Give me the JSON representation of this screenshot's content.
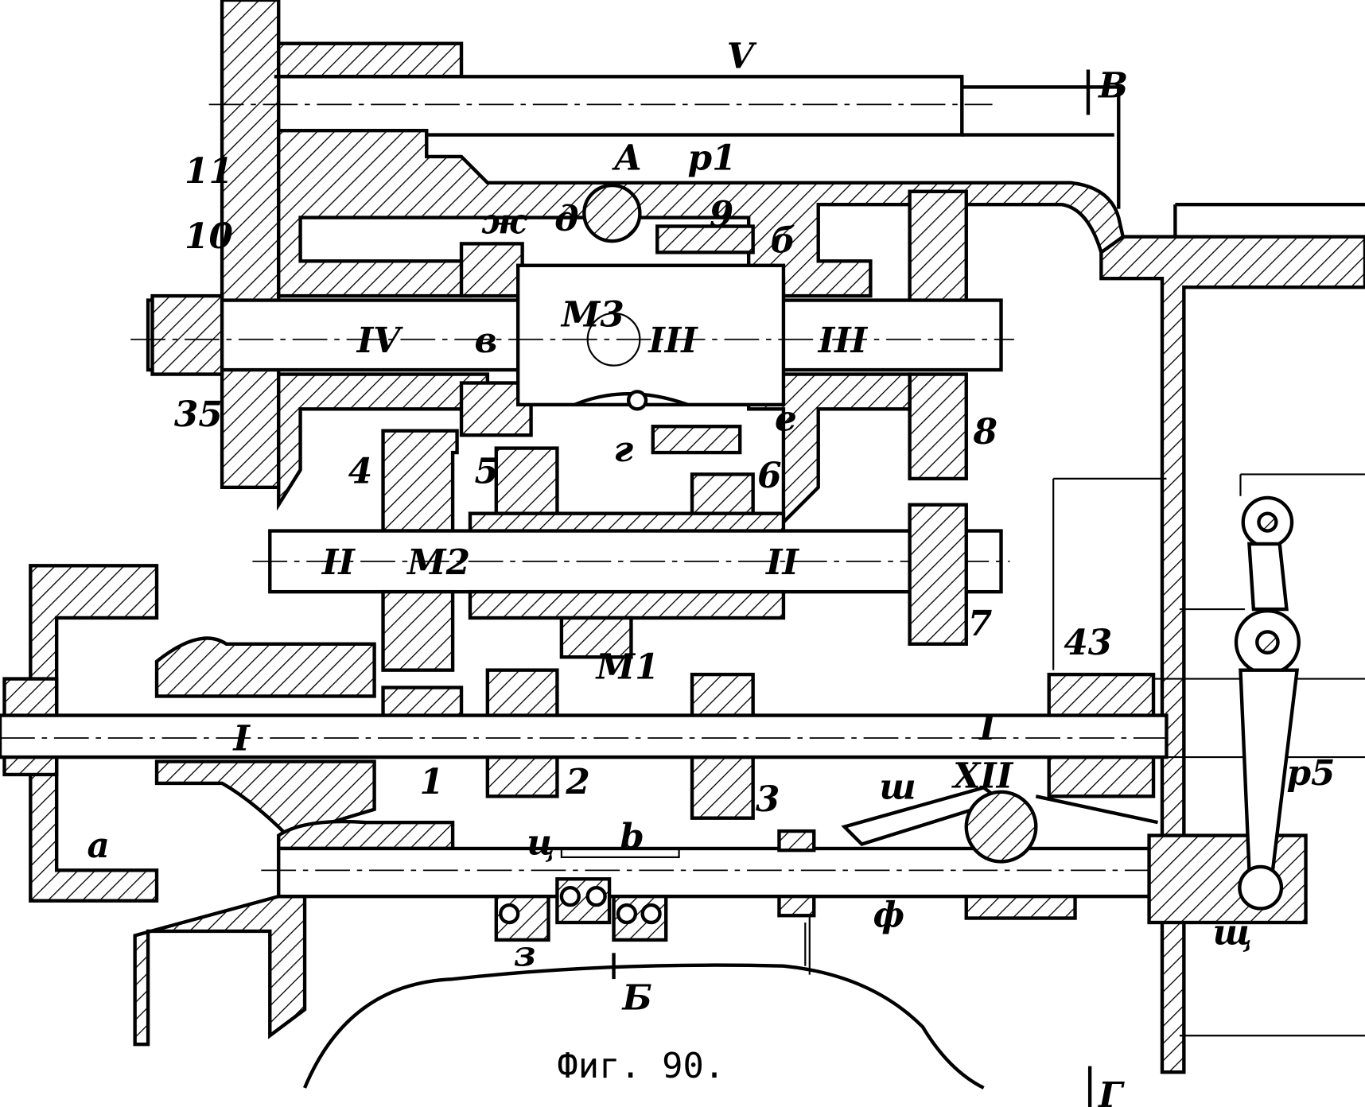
{
  "figure": {
    "caption": "Фиг. 90.",
    "labels": {
      "V": "V",
      "B": "B",
      "A": "A",
      "p1": "p1",
      "d": "д",
      "zh": "ж",
      "n9": "9",
      "b_cyr": "б",
      "n11": "11",
      "n10": "10",
      "IV": "IV",
      "v": "в",
      "M3": "M3",
      "III_a": "III",
      "III_b": "III",
      "n35": "35",
      "g": "г",
      "e": "е",
      "n8": "8",
      "n4": "4",
      "n5": "5",
      "n6": "6",
      "II_a": "II",
      "M2": "M2",
      "II_b": "II",
      "n7": "7",
      "n43": "43",
      "M1": "M1",
      "I_a": "I",
      "I_b": "I",
      "n1": "1",
      "n2": "2",
      "n3": "3",
      "XII": "XII",
      "sh": "ш",
      "p5": "p5",
      "a": "a",
      "ts": "ц",
      "b": "b",
      "f": "ф",
      "shch": "щ",
      "z": "з",
      "B_cyr": "Б",
      "G": "Г"
    }
  }
}
